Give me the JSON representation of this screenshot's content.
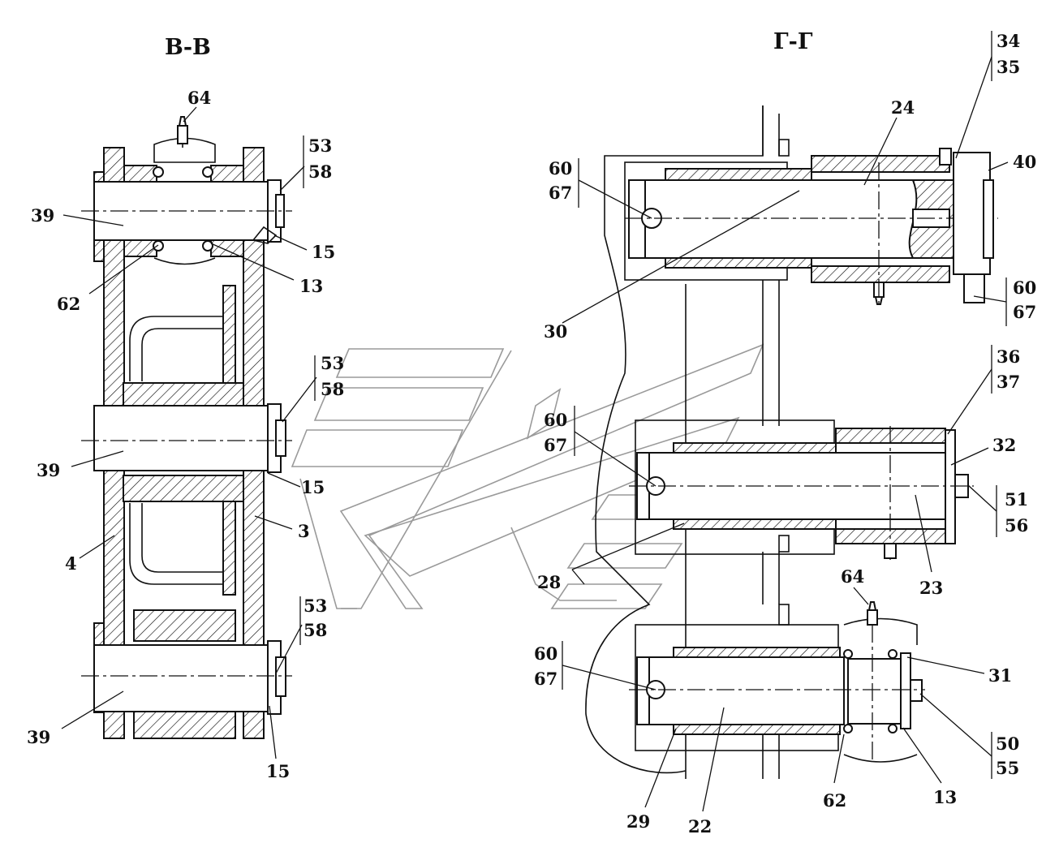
{
  "sections": [
    {
      "title": "В-В"
    },
    {
      "title": "Г-Г"
    }
  ],
  "labels": {
    "l64a": "64",
    "l53a": "53",
    "l58a": "58",
    "l39a": "39",
    "l15a": "15",
    "l62a": "62",
    "l13a": "13",
    "l53b": "53",
    "l58b": "58",
    "l39b": "39",
    "l15b": "15",
    "l3": "3",
    "l4": "4",
    "l53c": "53",
    "l58c": "58",
    "l39c": "39",
    "l15c": "15",
    "l34": "34",
    "l35": "35",
    "l24": "24",
    "l40": "40",
    "l60a": "60",
    "l67a": "67",
    "l60b": "60",
    "l67b": "67",
    "l30": "30",
    "l36": "36",
    "l37": "37",
    "l32": "32",
    "l60c": "60",
    "l67c": "67",
    "l51": "51",
    "l56": "56",
    "l23": "23",
    "l28": "28",
    "l64b": "64",
    "l60d": "60",
    "l67d": "67",
    "l31": "31",
    "l50": "50",
    "l55": "55",
    "l13b": "13",
    "l62b": "62",
    "l29": "29",
    "l22": "22"
  }
}
